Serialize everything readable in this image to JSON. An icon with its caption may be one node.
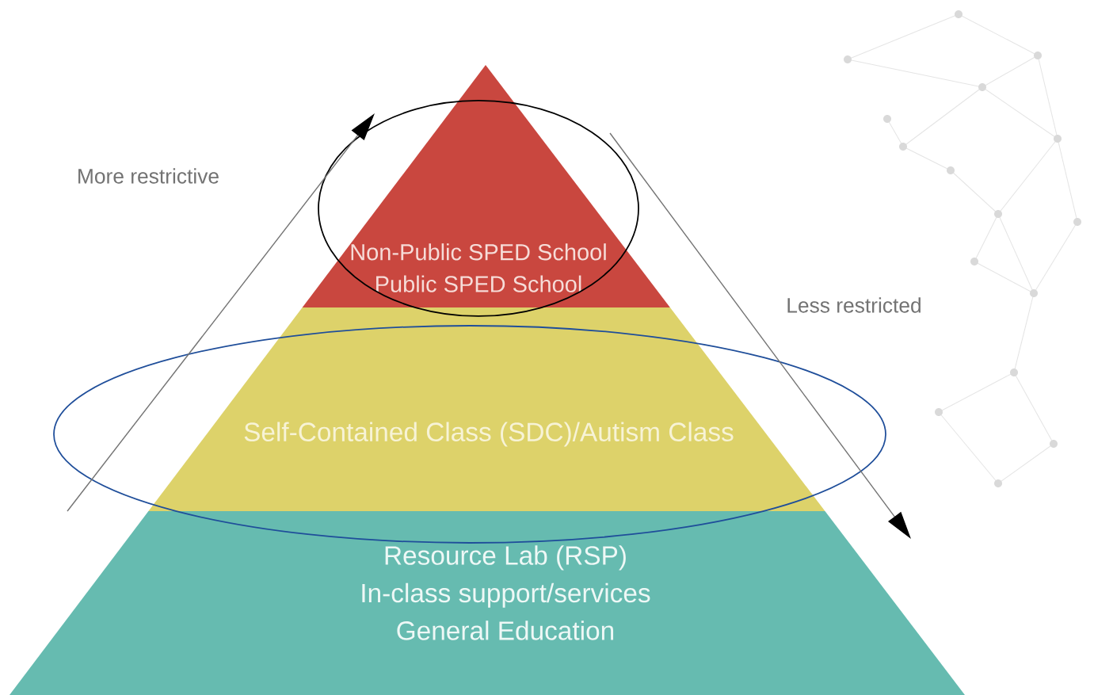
{
  "diagram": {
    "nodes": [
      {
        "text": [
          "Non-Public SPED School",
          "Public SPED School"
        ]
      },
      {
        "text": [
          "Self-Contained Class (SDC)/Autism Class"
        ]
      },
      {
        "text": [
          "Resource Lab  (RSP)",
          "In-class support/services",
          "General Education"
        ]
      }
    ],
    "labels": [
      "More restrictive",
      "Less restricted"
    ]
  }
}
